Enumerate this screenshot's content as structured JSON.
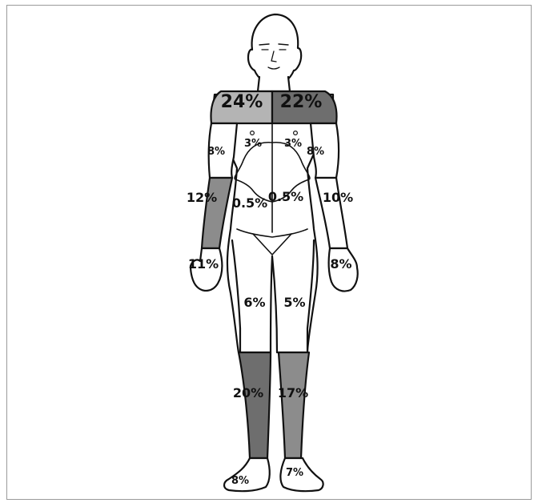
{
  "colors": {
    "outline": "#111111",
    "skin": "#ffffff",
    "light_gray": "#b4b4b4",
    "medium_gray": "#8c8c8c",
    "dark_gray": "#6e6e6e"
  },
  "regions": {
    "right_shoulder": "24%",
    "left_shoulder": "22%",
    "right_chest": "3%",
    "left_chest": "3%",
    "right_upper_arm": "8%",
    "left_upper_arm": "8%",
    "right_forearm": "12%",
    "left_forearm": "10%",
    "right_abdomen": "0.5%",
    "left_abdomen": "0.5%",
    "right_hand": "11%",
    "left_hand": "8%",
    "right_thigh": "6%",
    "left_thigh": "5%",
    "right_shin": "20%",
    "left_shin": "17%",
    "right_foot": "8%",
    "left_foot": "7%"
  },
  "region_shading": {
    "right_shoulder": "light_gray",
    "left_shoulder": "dark_gray",
    "right_forearm": "medium_gray",
    "right_shin": "dark_gray",
    "left_shin": "medium_gray"
  }
}
